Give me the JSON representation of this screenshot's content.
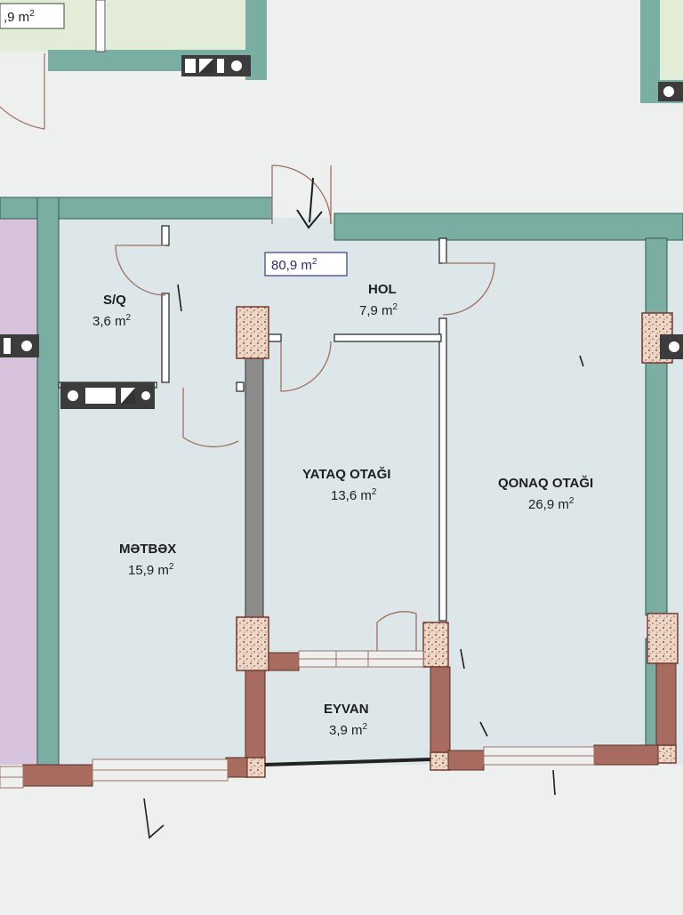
{
  "plan": {
    "total_area": "80,9 m",
    "corner_area": ",9 m",
    "area_unit_sup": "2",
    "rooms": {
      "sq": {
        "name": "S/Q",
        "area": "3,6 m"
      },
      "hol": {
        "name": "HOL",
        "area": "7,9 m"
      },
      "yataq": {
        "name": "YATAQ OTAĞI",
        "area": "13,6 m"
      },
      "qonaq": {
        "name": "QONAQ OTAĞI",
        "area": "26,9 m"
      },
      "metbex": {
        "name": "MƏTBƏX",
        "area": "15,9 m"
      },
      "eyvan": {
        "name": "EYVAN",
        "area": "3,9 m"
      }
    },
    "colors": {
      "wall": "#7aaea3",
      "room_fill": "#dde6e8",
      "upper_fill": "#e3ecd6",
      "purple_fill": "#d8c3dc",
      "brick": "#a86b60",
      "column": "#e6cbb8"
    },
    "icons": [
      "switch-panel-icon",
      "entrance-arrow-icon"
    ]
  }
}
